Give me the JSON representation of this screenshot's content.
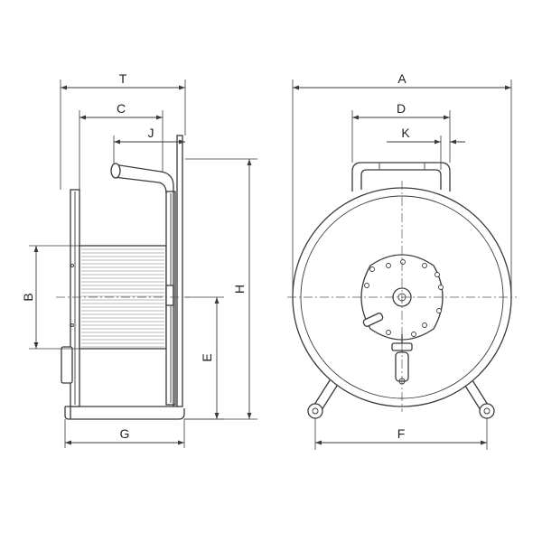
{
  "dimensions": {
    "T": "T",
    "C": "C",
    "J": "J",
    "B": "B",
    "E": "E",
    "H": "H",
    "G": "G",
    "A": "A",
    "D": "D",
    "K": "K",
    "F": "F"
  },
  "colors": {
    "line": "#3a3a3a",
    "background": "#ffffff"
  }
}
